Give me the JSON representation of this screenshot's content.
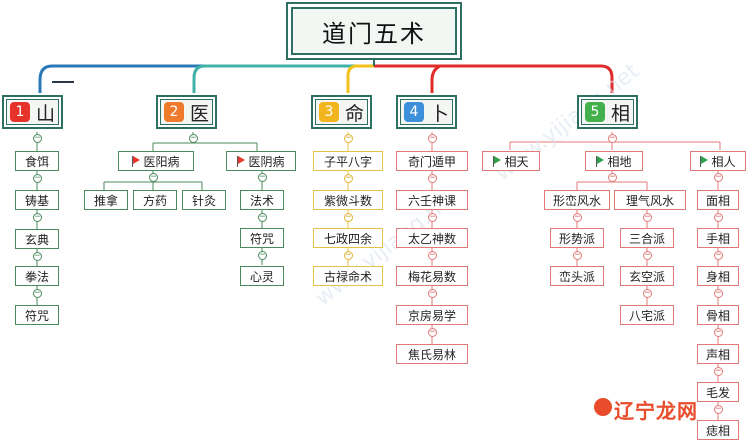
{
  "root": {
    "label": "道门五术"
  },
  "categories": [
    {
      "num": "1",
      "label": "山",
      "color": "#e5332a"
    },
    {
      "num": "2",
      "label": "医",
      "color": "#f07a2b"
    },
    {
      "num": "3",
      "label": "命",
      "color": "#f2b51e"
    },
    {
      "num": "4",
      "label": "卜",
      "color": "#3d8fd9"
    },
    {
      "num": "5",
      "label": "相",
      "color": "#42b14b"
    }
  ],
  "shan": [
    "食饵",
    "铸基",
    "玄典",
    "拳法",
    "符咒"
  ],
  "yi": {
    "yangbing": {
      "label": "医阳病",
      "items": [
        "推拿",
        "方药",
        "针灸"
      ]
    },
    "yinbing": {
      "label": "医阴病",
      "items": [
        "法术",
        "符咒",
        "心灵"
      ]
    }
  },
  "ming": [
    "子平八字",
    "紫微斗数",
    "七政四余",
    "古禄命术"
  ],
  "bu": [
    "奇门遁甲",
    "六壬神课",
    "太乙神数",
    "梅花易数",
    "京房易学",
    "焦氏易林"
  ],
  "xiang": {
    "tian": {
      "label": "相天"
    },
    "di": {
      "label": "相地",
      "xingluan": {
        "label": "形峦风水",
        "items": [
          "形势派",
          "峦头派"
        ]
      },
      "liqi": {
        "label": "理气风水",
        "items": [
          "三合派",
          "玄空派",
          "八宅派"
        ]
      }
    },
    "ren": {
      "label": "相人",
      "items": [
        "面相",
        "手相",
        "身相",
        "骨相",
        "声相",
        "毛发",
        "痣相"
      ]
    }
  },
  "watermark": {
    "logo_text": "辽宁龙网"
  },
  "colors": {
    "branch_blue": "#2a78b8",
    "branch_teal": "#3fb3a8",
    "branch_yellow": "#f2c21b",
    "branch_red": "#e02b2b",
    "green_line": "#4a8a5c",
    "red_line": "#e07a78"
  }
}
